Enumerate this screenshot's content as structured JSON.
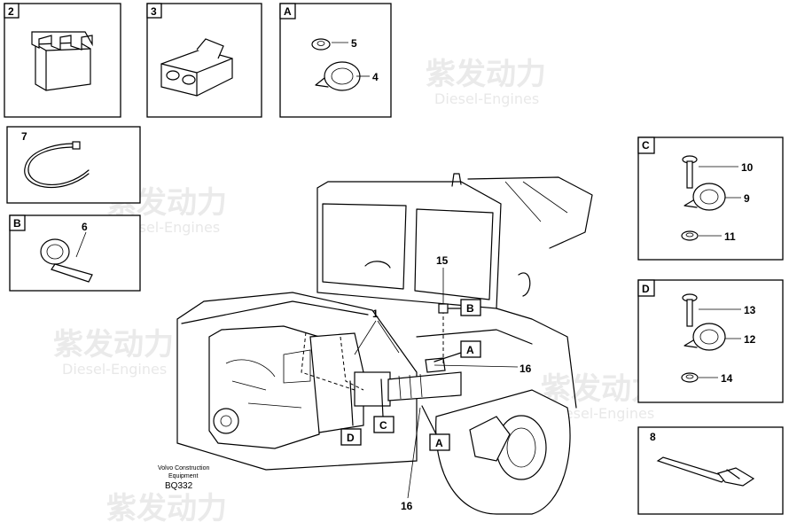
{
  "panels": {
    "p2": {
      "label": "2"
    },
    "p3": {
      "label": "3"
    },
    "pA": {
      "label": "A",
      "callouts": [
        "5",
        "4"
      ]
    },
    "p7": {
      "label": "7"
    },
    "pB": {
      "label": "B",
      "callouts": [
        "6"
      ]
    },
    "pC": {
      "label": "C",
      "callouts": [
        "10",
        "9",
        "11"
      ]
    },
    "pD": {
      "label": "D",
      "callouts": [
        "13",
        "12",
        "14"
      ]
    },
    "p8": {
      "label": "8"
    }
  },
  "main": {
    "callouts": {
      "c1": "1",
      "c15": "15",
      "c16a": "16",
      "c16b": "16"
    },
    "tags": {
      "B": "B",
      "A1": "A",
      "A2": "A",
      "C": "C",
      "D": "D"
    }
  },
  "credit": {
    "line1": "Volvo Construction",
    "line2": "Equipment",
    "code": "BQ332"
  },
  "watermark": {
    "brand": "紫发动力",
    "sub": "Diesel-Engines"
  }
}
